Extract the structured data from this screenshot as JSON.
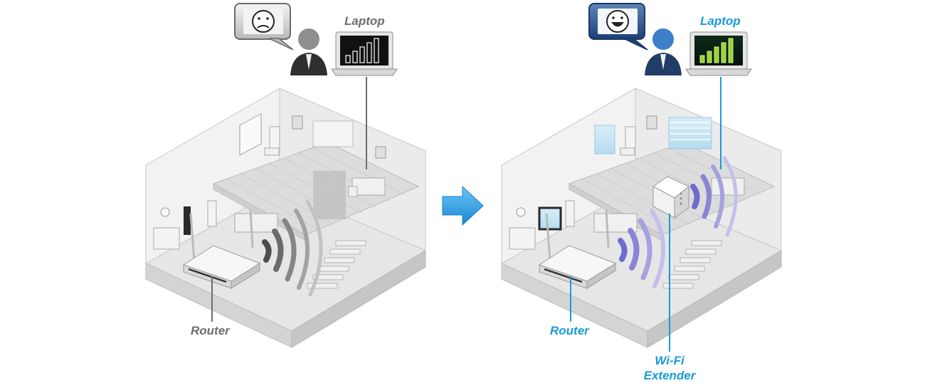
{
  "before": {
    "laptop_label": "Laptop",
    "router_label": "Router"
  },
  "after": {
    "laptop_label": "Laptop",
    "router_label": "Router",
    "extender_label_line1": "Wi-Fi",
    "extender_label_line2": "Extender"
  },
  "colors": {
    "accent_blue": "#1a9ad8",
    "label_grey": "#6d6d6d",
    "signal_before": "#7a7a7a",
    "signal_after": "#8a86d8",
    "arrow": "#2a9be0"
  },
  "icons": {
    "before_mood": "sad-face-icon",
    "after_mood": "happy-face-icon",
    "transition": "right-arrow-icon"
  },
  "wifi_strength": {
    "before_bars_lit": 0,
    "after_bars_lit": 5,
    "total_bars": 5
  }
}
